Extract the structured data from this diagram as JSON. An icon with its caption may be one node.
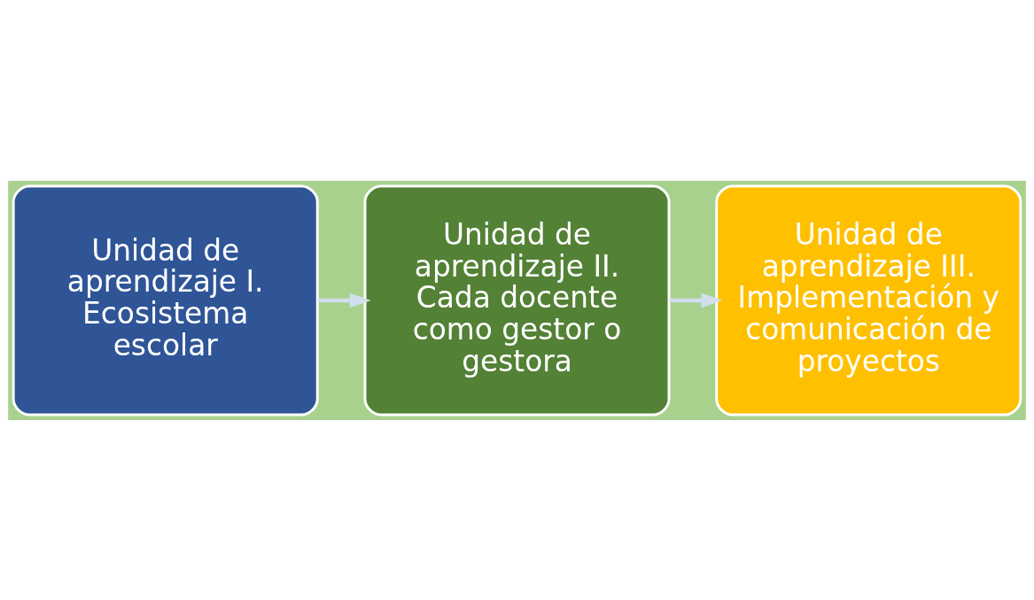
{
  "diagram": {
    "nodes": [
      {
        "text": [
          "Unidad de aprendizaje I. Ecosistema escolar"
        ]
      },
      {
        "text": [
          "Unidad de aprendizaje II. Cada docente como gestor o gestora"
        ]
      },
      {
        "text": [
          "Unidad de aprendizaje III. Implementación y comunicación de proyectos"
        ]
      }
    ],
    "edges": [
      {
        "from": 0,
        "to": 1,
        "arrow": "to"
      },
      {
        "from": 1,
        "to": 2,
        "arrow": "to"
      }
    ]
  }
}
